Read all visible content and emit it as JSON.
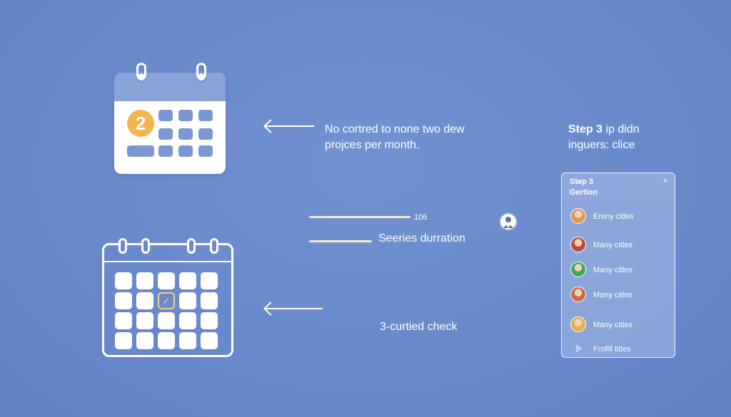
{
  "calendar_top": {
    "badge_number": "2",
    "accent_color": "#f4b54d"
  },
  "calendar_bottom": {
    "check_mark": "✓",
    "check_color": "#f0d27a"
  },
  "description": {
    "line1": "No cortred to none two dew",
    "line2": "projces per month."
  },
  "step_heading": {
    "bold": "Step 3",
    "line1_rest": " ip didn",
    "line2": "inguers: clice"
  },
  "bars": {
    "bar1_label": "106",
    "bar2_label": "Seeries durration"
  },
  "check_label": "3-curtied check",
  "panel": {
    "title_line1": "Step 3",
    "title_line2": "Gertion",
    "close_label": "×",
    "items": [
      {
        "label": "Ereny citles",
        "avatar_color": "#d89a62",
        "icon": "avatar-icon"
      },
      {
        "label": "Many citles",
        "avatar_color": "#b5503f",
        "icon": "avatar-icon"
      },
      {
        "label": "Many citles",
        "avatar_color": "#3fa55d",
        "icon": "avatar-icon"
      },
      {
        "label": "Many citles",
        "avatar_color": "#c86a44",
        "icon": "avatar-icon"
      },
      {
        "label": "Many citles",
        "avatar_color": "#e0b04a",
        "icon": "avatar-icon"
      },
      {
        "label": "Frofill titles",
        "avatar_color": "#8ca5de",
        "icon": "play-icon"
      }
    ]
  },
  "colors": {
    "background": "#6a89cb",
    "bar": "#f6eac8",
    "calendar_header": "#89a3d9"
  }
}
